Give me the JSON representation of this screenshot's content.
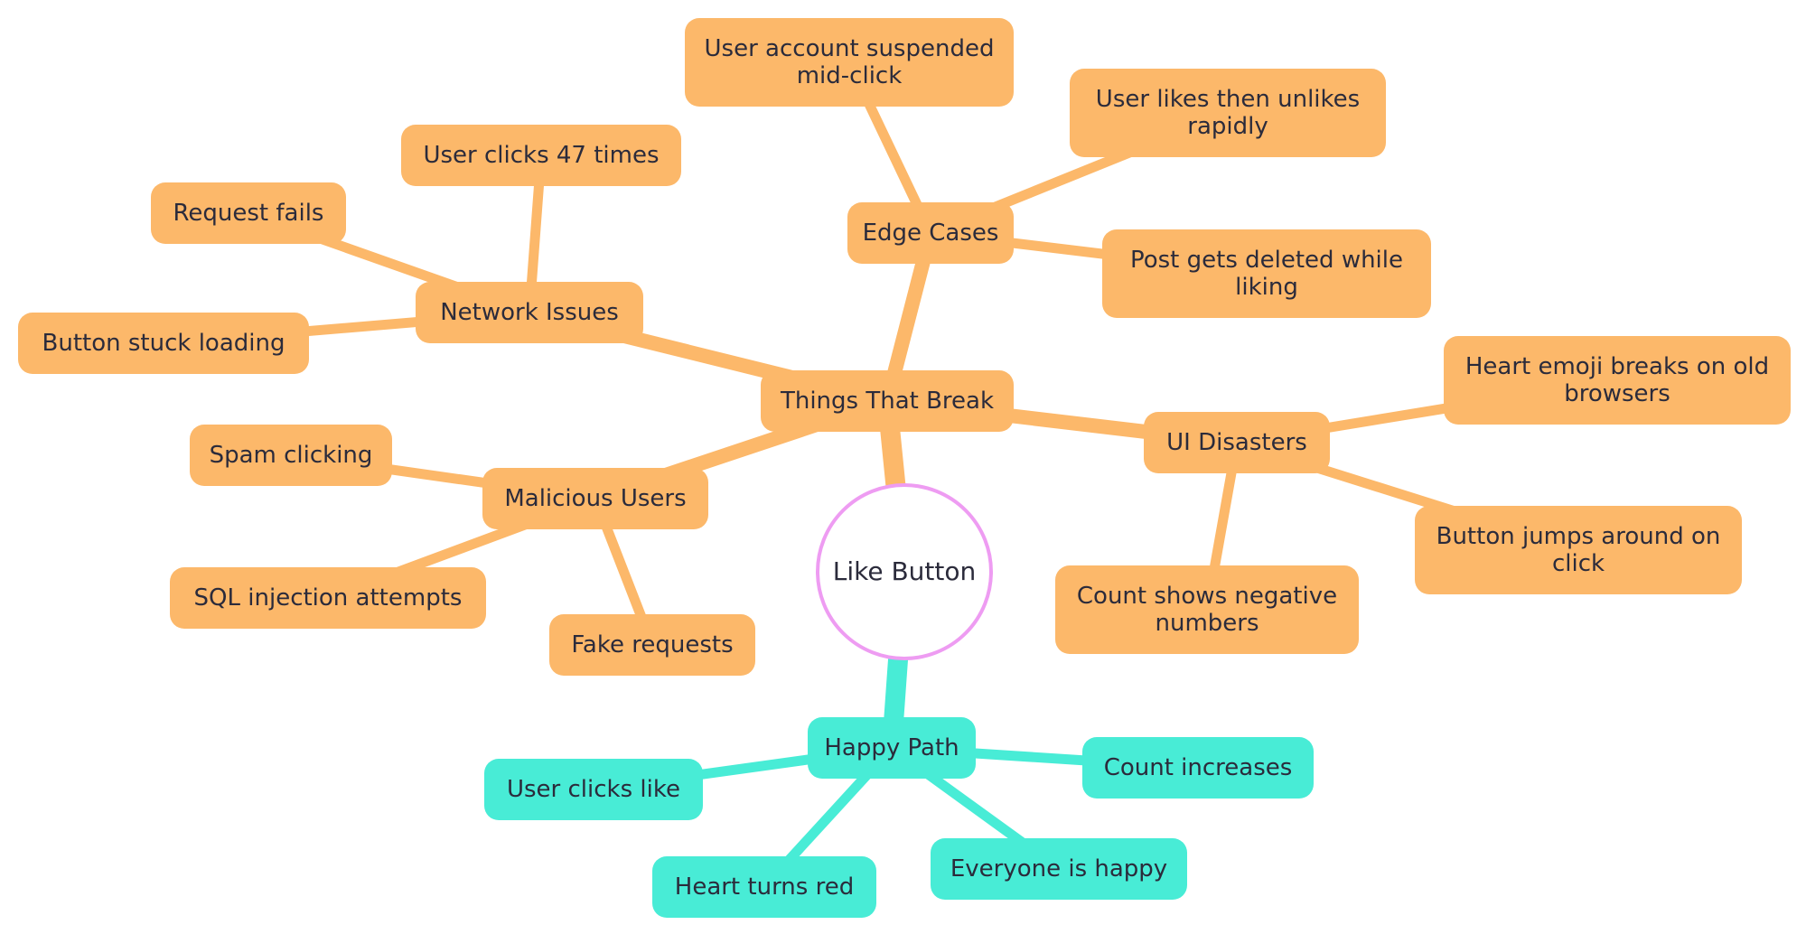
{
  "colors": {
    "problem_branch": "#fcb86a",
    "happy_branch": "#48ecd6",
    "root_border": "#ee9cf2",
    "text": "#2b2b3b"
  },
  "mindmap": {
    "root": "Like Button",
    "things_that_break": {
      "label": "Things That Break",
      "network_issues": {
        "label": "Network Issues",
        "children": [
          "User clicks 47 times",
          "Request fails",
          "Button stuck loading"
        ]
      },
      "edge_cases": {
        "label": "Edge Cases",
        "children": [
          "User account suspended mid-click",
          "User likes then unlikes rapidly",
          "Post gets deleted while liking"
        ]
      },
      "ui_disasters": {
        "label": "UI Disasters",
        "children": [
          "Heart emoji breaks on old browsers",
          "Button jumps around on click",
          "Count shows negative numbers"
        ]
      },
      "malicious_users": {
        "label": "Malicious Users",
        "children": [
          "Spam clicking",
          "SQL injection attempts",
          "Fake requests"
        ]
      }
    },
    "happy_path": {
      "label": "Happy Path",
      "children": [
        "User clicks like",
        "Count increases",
        "Heart turns red",
        "Everyone is happy"
      ]
    }
  }
}
